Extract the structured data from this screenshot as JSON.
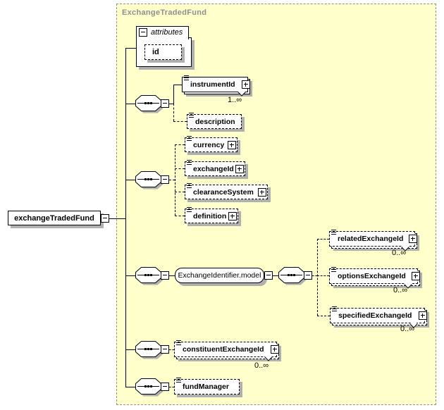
{
  "diagram": {
    "title": "ExchangeTradedFund",
    "root": {
      "label": "exchangeTradedFund"
    },
    "attributes": {
      "label": "attributes",
      "items": [
        {
          "label": "id"
        }
      ]
    },
    "elements": {
      "instrumentId": {
        "label": "instrumentId",
        "occurrence": "1..∞"
      },
      "description": {
        "label": "description"
      },
      "currency": {
        "label": "currency"
      },
      "exchangeId": {
        "label": "exchangeId"
      },
      "clearanceSystem": {
        "label": "clearanceSystem"
      },
      "definition": {
        "label": "definition"
      },
      "modelGroup": {
        "label": "ExchangeIdentifier.model"
      },
      "relatedExchangeId": {
        "label": "relatedExchangeId",
        "occurrence": "0..∞"
      },
      "optionsExchangeId": {
        "label": "optionsExchangeId",
        "occurrence": "0..∞"
      },
      "specifiedExchangeId": {
        "label": "specifiedExchangeId",
        "occurrence": "0..∞"
      },
      "constituentExchangeId": {
        "label": "constituentExchangeId",
        "occurrence": "0..∞"
      },
      "fundManager": {
        "label": "fundManager"
      }
    },
    "colors": {
      "container_bg": "#ffffcc",
      "container_border": "#8f8f8f",
      "title_text": "#8f8f8f",
      "shadow": "#b0b0b0",
      "box_bg": "#ffffff",
      "line": "#000000"
    }
  }
}
